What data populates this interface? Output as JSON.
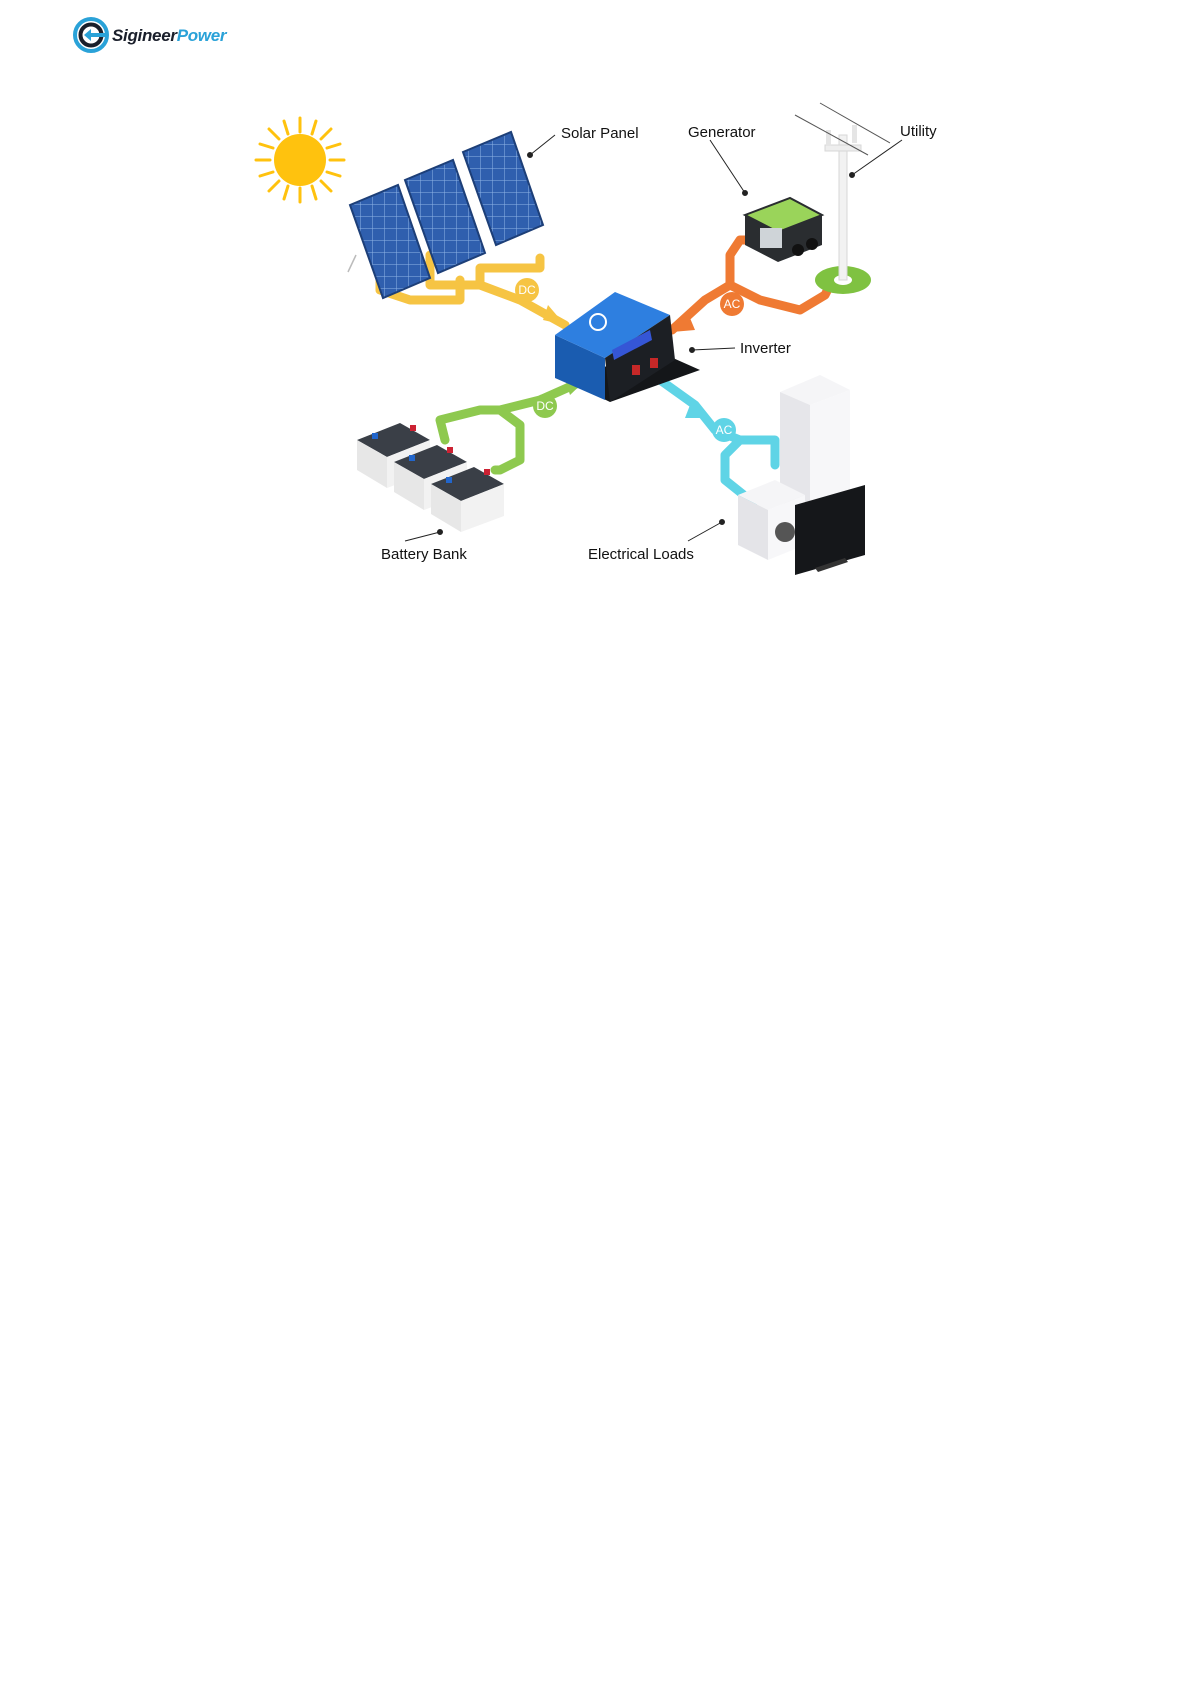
{
  "logo": {
    "word1": "Sigineer",
    "word2": "Power"
  },
  "diagram": {
    "labels": {
      "solar_panel": "Solar Panel",
      "generator": "Generator",
      "utility": "Utility",
      "inverter": "Inverter",
      "battery_bank": "Battery Bank",
      "electrical_loads": "Electrical Loads"
    },
    "flows": {
      "solar": "DC",
      "generator": "AC",
      "battery": "DC",
      "loads": "AC"
    },
    "colors": {
      "solar_flow": "#f6c443",
      "ac_in_flow": "#ef7a33",
      "battery_flow": "#8ec94f",
      "load_flow": "#5fd4e6",
      "inverter": "#1f6fcf",
      "sun": "#ffc20e",
      "brand": "#2aa2d8"
    }
  }
}
